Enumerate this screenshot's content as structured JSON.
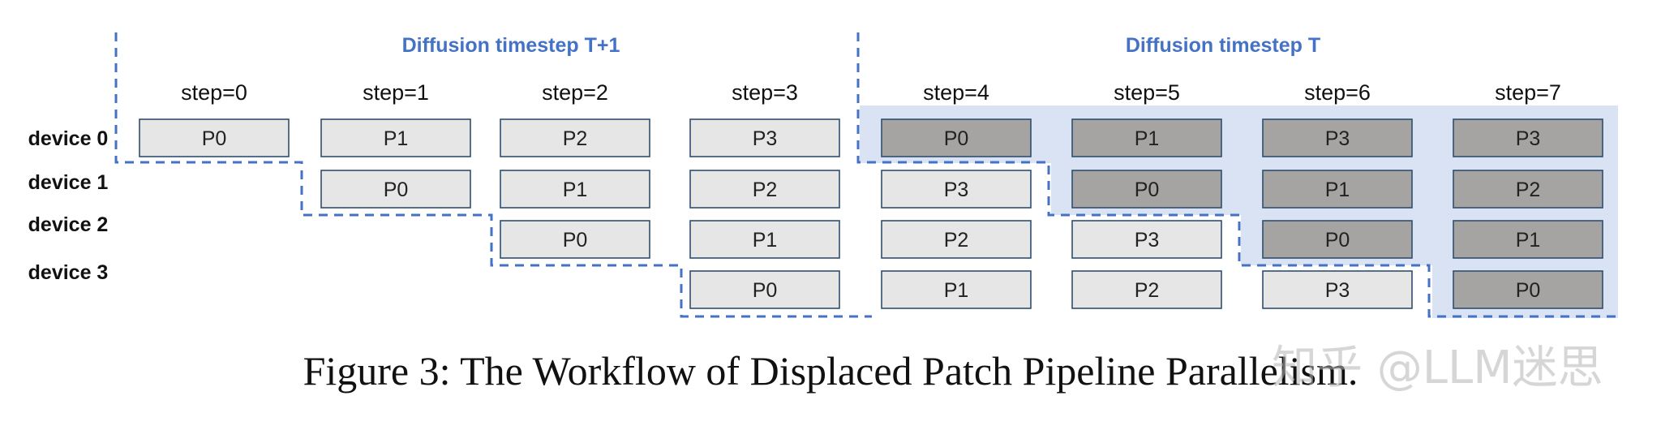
{
  "timesteps": [
    {
      "label": "Diffusion timestep T+1"
    },
    {
      "label": "Diffusion timestep T"
    }
  ],
  "steps": [
    "step=0",
    "step=1",
    "step=2",
    "step=3",
    "step=4",
    "step=5",
    "step=6",
    "step=7"
  ],
  "devices": [
    "device 0",
    "device 1",
    "device 2",
    "device 3"
  ],
  "grid": [
    [
      {
        "text": "P0",
        "dark": false
      },
      {
        "text": "P1",
        "dark": false
      },
      {
        "text": "P2",
        "dark": false
      },
      {
        "text": "P3",
        "dark": false
      },
      {
        "text": "P0",
        "dark": true
      },
      {
        "text": "P1",
        "dark": true
      },
      {
        "text": "P3",
        "dark": true
      },
      {
        "text": "P3",
        "dark": true
      }
    ],
    [
      null,
      {
        "text": "P0",
        "dark": false
      },
      {
        "text": "P1",
        "dark": false
      },
      {
        "text": "P2",
        "dark": false
      },
      {
        "text": "P3",
        "dark": false
      },
      {
        "text": "P0",
        "dark": true
      },
      {
        "text": "P1",
        "dark": true
      },
      {
        "text": "P2",
        "dark": true
      }
    ],
    [
      null,
      null,
      {
        "text": "P0",
        "dark": false
      },
      {
        "text": "P1",
        "dark": false
      },
      {
        "text": "P2",
        "dark": false
      },
      {
        "text": "P3",
        "dark": false
      },
      {
        "text": "P0",
        "dark": true
      },
      {
        "text": "P1",
        "dark": true
      }
    ],
    [
      null,
      null,
      null,
      {
        "text": "P0",
        "dark": false
      },
      {
        "text": "P1",
        "dark": false
      },
      {
        "text": "P2",
        "dark": false
      },
      {
        "text": "P3",
        "dark": false
      },
      {
        "text": "P0",
        "dark": true
      }
    ]
  ],
  "caption": "Figure 3: The Workflow of Displaced Patch Pipeline Parallelism.",
  "watermark": "知乎 @LLM迷思",
  "colors": {
    "accent_blue": "#4472c4",
    "shade_fill": "#dae3f3",
    "light_box": "#e7e6e6",
    "dark_box": "#a6a3a3",
    "box_border": "#2f4f6f"
  }
}
